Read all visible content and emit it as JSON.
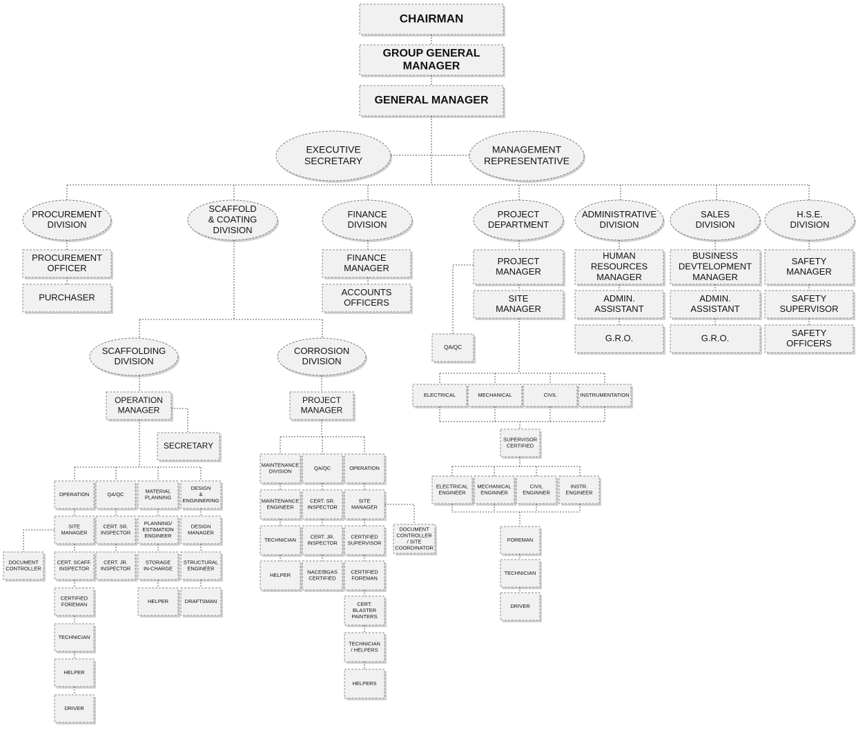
{
  "top": {
    "chairman": "CHAIRMAN",
    "group_general_manager": [
      "GROUP GENERAL",
      "MANAGER"
    ],
    "general_manager": "GENERAL MANAGER"
  },
  "staff": {
    "executive_secretary": [
      "EXECUTIVE",
      "SECRETARY"
    ],
    "management_representative": [
      "MANAGEMENT",
      "REPRESENTATIVE"
    ]
  },
  "procurement": {
    "division": [
      "PROCUREMENT",
      "DIVISION"
    ],
    "officer": [
      "PROCUREMENT",
      "OFFICER"
    ],
    "purchaser": "PURCHASER"
  },
  "scaffold_coating": {
    "division": [
      "SCAFFOLD",
      "& COATING",
      "DIVISION"
    ]
  },
  "scaffolding": {
    "division": [
      "SCAFFOLDING",
      "DIVISION"
    ],
    "operation_manager": [
      "OPERATION",
      "MANAGER"
    ],
    "secretary": "SECRETARY",
    "operation": "OPERATION",
    "qa_qc": "QA/QC",
    "material_planning": [
      "MATERIAL",
      "PLANNING"
    ],
    "design_engineering": [
      "DESIGN",
      "&",
      "ENGINNERING"
    ],
    "site_manager": [
      "SITE",
      "MANAGER"
    ],
    "cert_sr_inspector": [
      "CERT. SR.",
      "INSPECTOR"
    ],
    "planning_estimation_engineer": [
      "PLANNING/",
      "ESTIMATION",
      "ENGINEER"
    ],
    "design_manager": [
      "DESIGN",
      "MANAGER"
    ],
    "document_controller": [
      "DOCUMENT",
      "CONTROLLER"
    ],
    "cert_scaff_inspector": [
      "CERT. SCAFF.",
      "INSPECTOR"
    ],
    "cert_jr_inspector": [
      "CERT. JR.",
      "INSPECTOR"
    ],
    "storage_in_charge": [
      "STORAGE",
      "IN-CHARGE"
    ],
    "structural_engineer": [
      "STRUCTURAL",
      "ENGINEER"
    ],
    "certified_foreman": [
      "CERTIFIED",
      "FOREMAN"
    ],
    "helper_planning": "HELPER",
    "draftsman": "DRAFTSMAN",
    "technician": "TECHNICIAN",
    "helper": "HELPER",
    "driver": "DRIVER"
  },
  "corrosion": {
    "division": [
      "CORROSION",
      "DIVISION"
    ],
    "project_manager": [
      "PROJECT",
      "MANAGER"
    ],
    "maintenance_division": [
      "MAINTENANCE",
      "DIVISION"
    ],
    "qa_qc": "QA/QC",
    "operation": "OPERATION",
    "maintenance_engineer": [
      "MAINTENANCE",
      "ENGINEER"
    ],
    "cert_sr_inspector": [
      "CERT. SR.",
      "INSPECTOR"
    ],
    "site_manager": [
      "SITE",
      "MANAGER"
    ],
    "document_controller_site_coordinator": [
      "DOCUMENT",
      "CONTROLLER",
      "/ SITE",
      "COORDINATOR"
    ],
    "technician": "TECHNICIAN",
    "cert_jr_inspector": [
      "CERT. JR.",
      "INSPECTOR"
    ],
    "certified_supervisor": [
      "CERTIFIED",
      "SUPERVISOR"
    ],
    "helper": "HELPER",
    "nace_bgas_certified": [
      "NACE/BGAS",
      "CERTIFIED"
    ],
    "certified_foreman": [
      "CERTIFIED",
      "FOREMAN"
    ],
    "cert_blaster_painters": [
      "CERT.",
      "BLASTER",
      "PAINTERS"
    ],
    "technician_helpers": [
      "TECHNICIAN",
      "/ HELPERS"
    ],
    "helpers": "HELPERS"
  },
  "finance": {
    "division": [
      "FINANCE",
      "DIVISION"
    ],
    "manager": [
      "FINANCE",
      "MANAGER"
    ],
    "accounts_officers": [
      "ACCOUNTS",
      "OFFICERS"
    ]
  },
  "project": {
    "department": [
      "PROJECT",
      "DEPARTMENT"
    ],
    "project_manager": [
      "PROJECT",
      "MANAGER"
    ],
    "site_manager": [
      "SITE",
      "MANAGER"
    ],
    "qa_qc": "QA/QC",
    "electrical": "ELECTRICAL",
    "mechanical": "MECHANICAL",
    "civil": "CIVIL",
    "instrumentation": "INSTRUMENTATION",
    "supervisor_certified": [
      "SUPERVISOR",
      "CERTIFIED"
    ],
    "electrical_engineer": [
      "ELECTRICAL",
      "ENGINEER"
    ],
    "mechanical_engineer": [
      "MECHANICAL",
      "ENGINNER"
    ],
    "civil_engineer": [
      "CIVIL",
      "ENGINNER"
    ],
    "instr_engineer": [
      "INSTR.",
      "ENGINEER"
    ],
    "foreman": "FOREMAN",
    "technician": "TECHNICIAN",
    "driver": "DRIVER"
  },
  "administrative": {
    "division": [
      "ADMINISTRATIVE",
      "DIVISION"
    ],
    "hr_manager": [
      "HUMAN",
      "RESOURCES",
      "MANAGER"
    ],
    "admin_assistant": [
      "ADMIN.",
      "ASSISTANT"
    ],
    "gro": "G.R.O."
  },
  "sales": {
    "division": [
      "SALES",
      "DIVISION"
    ],
    "bd_manager": [
      "BUSINESS",
      "DEVTELOPMENT",
      "MANAGER"
    ],
    "admin_assistant": [
      "ADMIN.",
      "ASSISTANT"
    ],
    "gro": "G.R.O."
  },
  "hse": {
    "division": [
      "H.S.E.",
      "DIVISION"
    ],
    "safety_manager": [
      "SAFETY",
      "MANAGER"
    ],
    "safety_supervisor": [
      "SAFETY",
      "SUPERVISOR"
    ],
    "safety_officers": [
      "SAFETY",
      "OFFICERS"
    ]
  }
}
